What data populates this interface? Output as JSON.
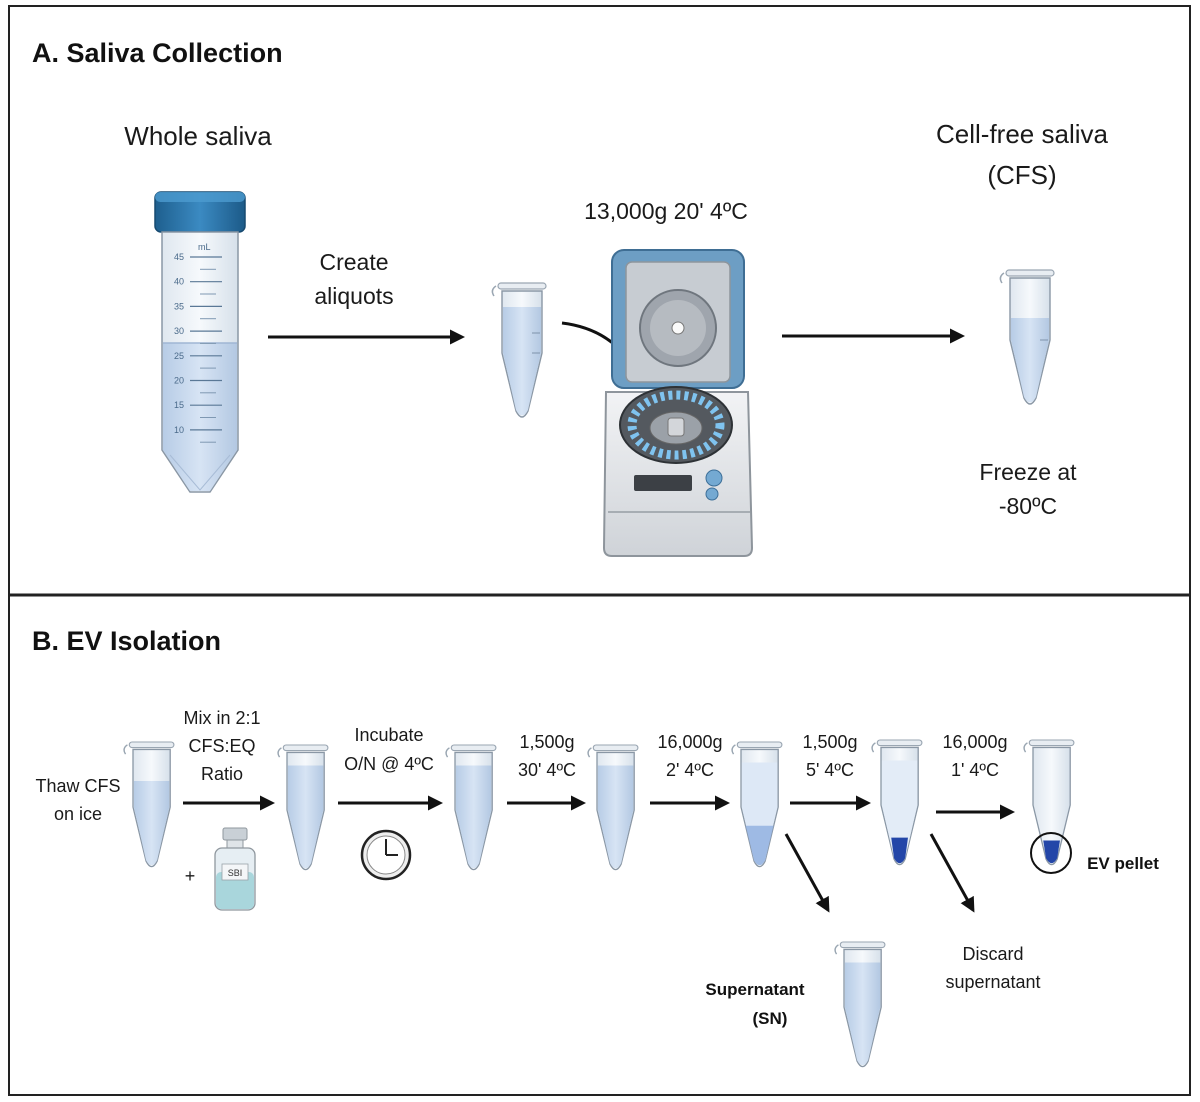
{
  "panel_a": {
    "title": "A. Saliva Collection",
    "whole_saliva_label": "Whole saliva",
    "tube_unit": "mL",
    "graduations": [
      "45",
      "40",
      "35",
      "30",
      "25",
      "20",
      "15",
      "10"
    ],
    "create_aliquots_line1": "Create",
    "create_aliquots_line2": "aliquots",
    "centrifuge_condition": "13,000g 20' 4ºC",
    "cfs_label_line1": "Cell-free saliva",
    "cfs_label_line2": "(CFS)",
    "freeze_line1": "Freeze at",
    "freeze_line2": "-80ºC"
  },
  "panel_b": {
    "title": "B. EV Isolation",
    "thaw_line1": "Thaw CFS",
    "thaw_line2": "on ice",
    "mix_line1": "Mix in 2:1",
    "mix_line2": "CFS:EQ",
    "mix_line3": "Ratio",
    "plus_sign": "+",
    "bottle_label": "SBI",
    "incubate_line1": "Incubate",
    "incubate_line2": "O/N @ 4ºC",
    "spin1_line1": "1,500g",
    "spin1_line2": "30' 4ºC",
    "spin2_line1": "16,000g",
    "spin2_line2": "2' 4ºC",
    "spin3_line1": "1,500g",
    "spin3_line2": "5' 4ºC",
    "spin4_line1": "16,000g",
    "spin4_line2": "1' 4ºC",
    "ev_pellet_label": "EV pellet",
    "supernatant_line1": "Supernatant",
    "supernatant_line2": "(SN)",
    "discard_line1": "Discard",
    "discard_line2": "supernatant"
  },
  "colors": {
    "liquid": "#c8daf0",
    "cap_blue": "#2a73a8",
    "pellet_blue": "#2346a8",
    "centrifuge_lid": "#6d9ec4"
  }
}
